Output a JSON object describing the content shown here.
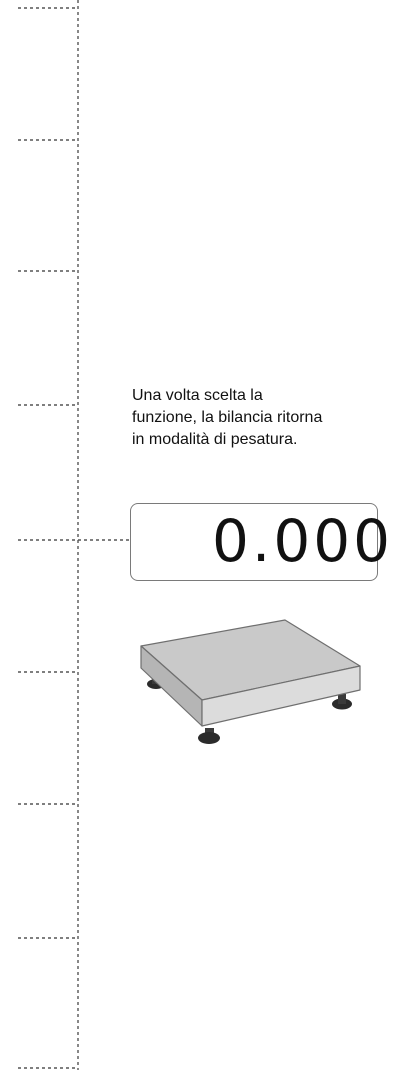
{
  "caption": {
    "lines": [
      "Una volta scelta la",
      "funzione, la bilancia ritorna",
      "in modalità di pesatura."
    ]
  },
  "display": {
    "value": "0.000"
  },
  "icons": {
    "scale": "platform-scale-icon"
  },
  "colors": {
    "timeline": "#555555",
    "display_border": "#7a7a7a",
    "platform_top": "#c9c9c9",
    "platform_front": "#dcdcdc",
    "platform_side": "#b5b5b5",
    "feet": "#2b2b2b"
  }
}
